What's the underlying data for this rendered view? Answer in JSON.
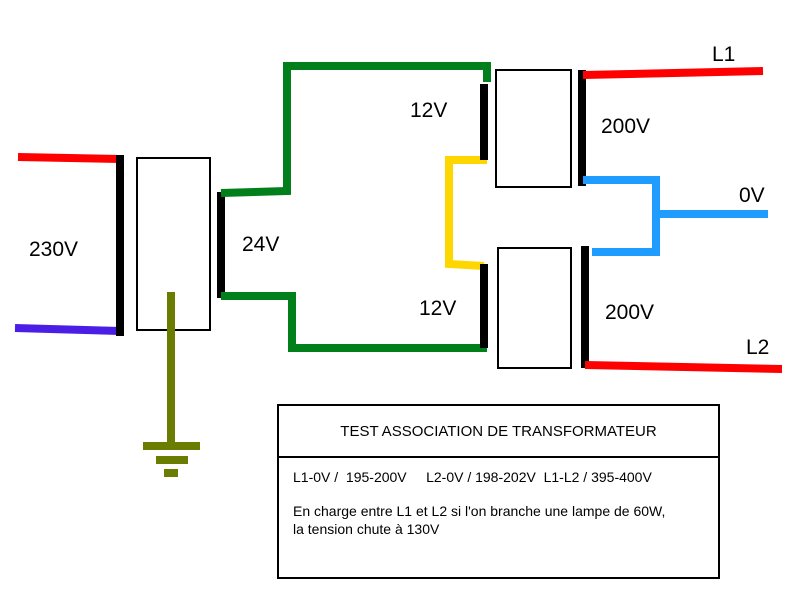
{
  "labels": {
    "input_voltage": "230V",
    "intermediate_voltage": "24V",
    "secondary_upper_voltage": "12V",
    "secondary_lower_voltage": "12V",
    "output_upper_voltage": "200V",
    "output_lower_voltage": "200V",
    "line_l1": "L1",
    "line_l2": "L2",
    "neutral": "0V"
  },
  "note": {
    "title": "TEST ASSOCIATION DE TRANSFORMATEUR",
    "measures": "L1-0V /  195-200V     L2-0V / 198-202V  L1-L2 / 395-400V",
    "load_line1": "En charge entre L1 et L2 si l'on branche une lampe de 60W,",
    "load_line2": "la tension chute à 130V"
  },
  "colors": {
    "phase": "#ff0000",
    "input_neutral": "#4b1ee6",
    "ground": "#6b7d00",
    "link_wire": "#007f1a",
    "bridge_wire": "#ffd700",
    "neutral_wire": "#1e9cff",
    "winding": "#000000"
  }
}
